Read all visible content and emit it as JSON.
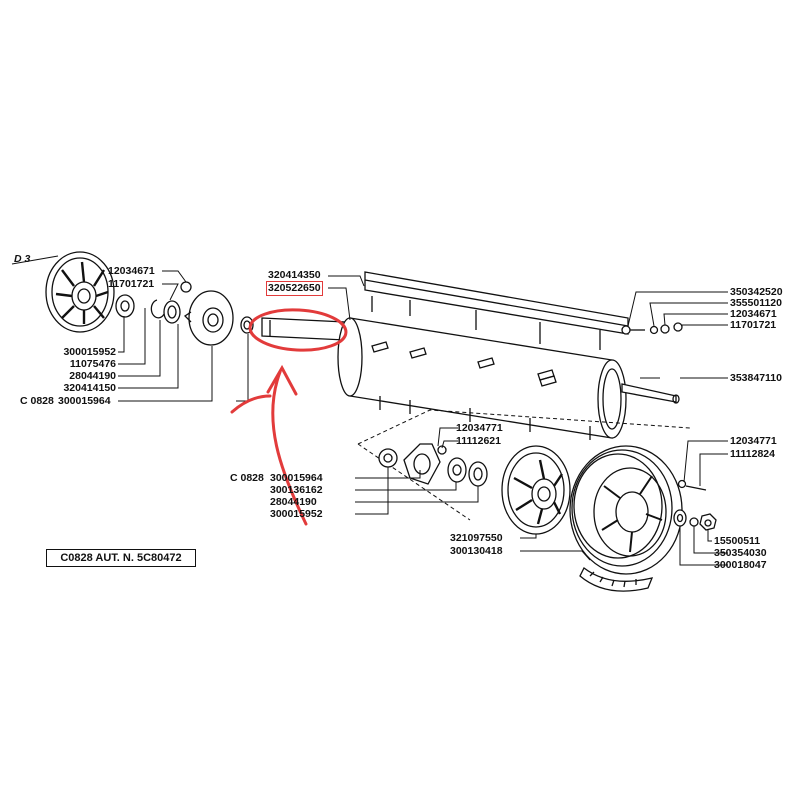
{
  "page_marker": "D 3",
  "auth_box": "C0828  AUT. N. 5C80472",
  "highlight_color": "#e23b3b",
  "left_group": {
    "top_a": "12034671",
    "top_b": "11701721",
    "p1": "300015952",
    "p2": "11075476",
    "p3": "28044190",
    "p4": "320414150",
    "p5_prefix": "C 0828",
    "p5": "300015964"
  },
  "shaft_group": {
    "bar_part": "320414350",
    "shaft_part": "320522650"
  },
  "right_top_group": {
    "r1": "350342520",
    "r2": "355501120",
    "r3": "12034671",
    "r4": "11701721",
    "r5": "353847110"
  },
  "lower_mid_group": {
    "m1": "12034771",
    "m2": "11112621",
    "m3_prefix": "C 0828",
    "m3": "300015964",
    "m4": "300136162",
    "m5": "28044190",
    "m6": "300015952"
  },
  "lower_right_group": {
    "a1": "12034771",
    "a2": "11112824",
    "a3": "15500511",
    "a4": "350354030",
    "a5": "300018047",
    "b1": "321097550",
    "b2": "300130418"
  }
}
